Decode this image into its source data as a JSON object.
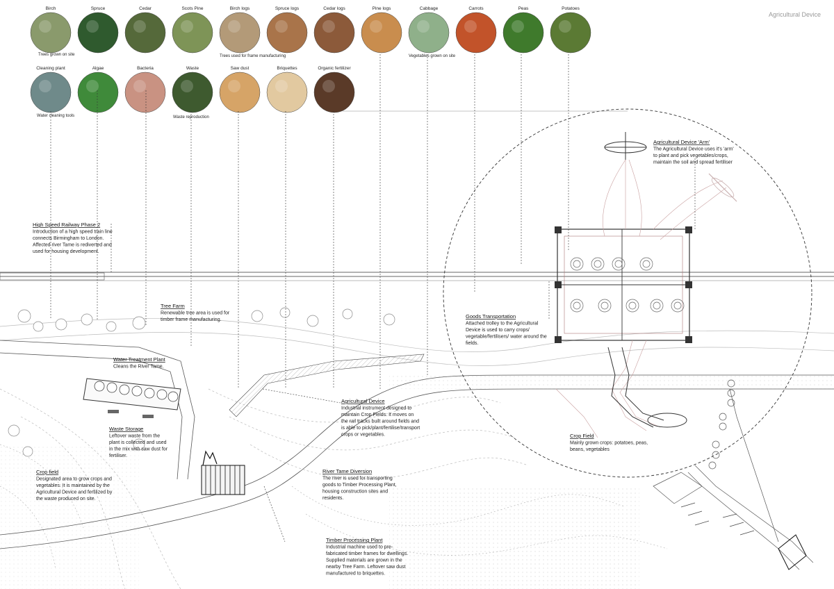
{
  "page_title": "Agricultural Device",
  "materials_row1": [
    {
      "label": "Birch",
      "color": "#8a9a6c"
    },
    {
      "label": "Spruce",
      "color": "#2f5a2e"
    },
    {
      "label": "Cedar",
      "color": "#55693a"
    },
    {
      "label": "Scots Pine",
      "color": "#7e9457"
    },
    {
      "label": "Birch logs",
      "color": "#b39a78"
    },
    {
      "label": "Spruce logs",
      "color": "#a9744a"
    },
    {
      "label": "Cedar logs",
      "color": "#8c5a3a"
    },
    {
      "label": "Pine logs",
      "color": "#c98d4e"
    },
    {
      "label": "Cabbage",
      "color": "#8fb08a"
    },
    {
      "label": "Carrots",
      "color": "#c2532a"
    },
    {
      "label": "Peas",
      "color": "#3f7a2c"
    },
    {
      "label": "Potatoes",
      "color": "#5b7a34"
    }
  ],
  "materials_row2": [
    {
      "label": "Cleaning plant",
      "color": "#6f8a8a"
    },
    {
      "label": "Algae",
      "color": "#3f8a3a"
    },
    {
      "label": "Bacteria",
      "color": "#c99282"
    },
    {
      "label": "Waste",
      "color": "#3e5a2f"
    },
    {
      "label": "Saw dust",
      "color": "#d6a467"
    },
    {
      "label": "Briquettes",
      "color": "#e2c9a0"
    },
    {
      "label": "Organic fertilizer",
      "color": "#5a3a28"
    }
  ],
  "captions": {
    "trees_grown": "Trees grown on site",
    "trees_used": "Trees used for frame manufacturing",
    "vegetables_grown": "Vegetables grown on site",
    "water_tools": "Water cleaning tools",
    "waste_reproduction": "Waste reproduction"
  },
  "annotations": {
    "railway": {
      "title": "High Speed Railway Phase 2",
      "lines": [
        "Introduction of a high speed train line",
        "connects Birmingham to London.",
        "Affected river Tame is rediverted and",
        "used for housing development."
      ]
    },
    "tree_farm": {
      "title": "Tree Farm",
      "lines": [
        "Renewable tree area is used for",
        "timber frame manufacturing."
      ]
    },
    "water_treatment": {
      "title": "Water Treatment Plant",
      "lines": [
        "Cleans the River Tame."
      ]
    },
    "waste_storage": {
      "title": "Waste Storage",
      "lines": [
        "Leftover waste from the",
        "plant is collected and used",
        "in the mix with saw dust for",
        "fertiliser."
      ]
    },
    "crop_field_left": {
      "title": "Crop field",
      "lines": [
        "Designated area to grow crops and",
        "vegetables. It is maintained by the",
        "Agricultural Device and fertilized by",
        "the waste produced on site."
      ]
    },
    "agri_device": {
      "title": "Agricultural Device",
      "lines": [
        "Industrial instrument designed to",
        "maintain Crop Fields. It moves on",
        "the rail tracks built around fields and",
        "is able to pick/plant/fertilise/transport",
        "crops or vegetables."
      ]
    },
    "river_diversion": {
      "title": "River Tame Diversion",
      "lines": [
        "The river is used for transporting",
        "goods to Timber Processing Plant,",
        "housing construction sites and",
        "residents."
      ]
    },
    "timber_plant": {
      "title": "Timber Processing Plant",
      "lines": [
        "Industrial machine used to pre-",
        "fabricated timber frames for dwellings.",
        "Supplied materials are grown in the",
        "nearby Tree Farm. Leftover saw dust",
        "manufactured to briquettes."
      ]
    },
    "device_arm": {
      "title": "Agricultural Device 'Arm'",
      "lines": [
        "The Agricultural Device uses it's 'arm'",
        "to plant and pick vegetables/crops,",
        "maintain the soil and spread fertiliser"
      ]
    },
    "goods_transport": {
      "title": "Goods Transportation",
      "lines": [
        "Attached trolley to the Agricultural",
        "Device is used to carry crops/",
        "vegetable/fertilisers/ water around the",
        "fields."
      ]
    },
    "crop_field_right": {
      "title": "Crop Field",
      "lines": [
        "Mainly grown crops: potatoes, peas,",
        "beans, vegetables"
      ]
    }
  }
}
